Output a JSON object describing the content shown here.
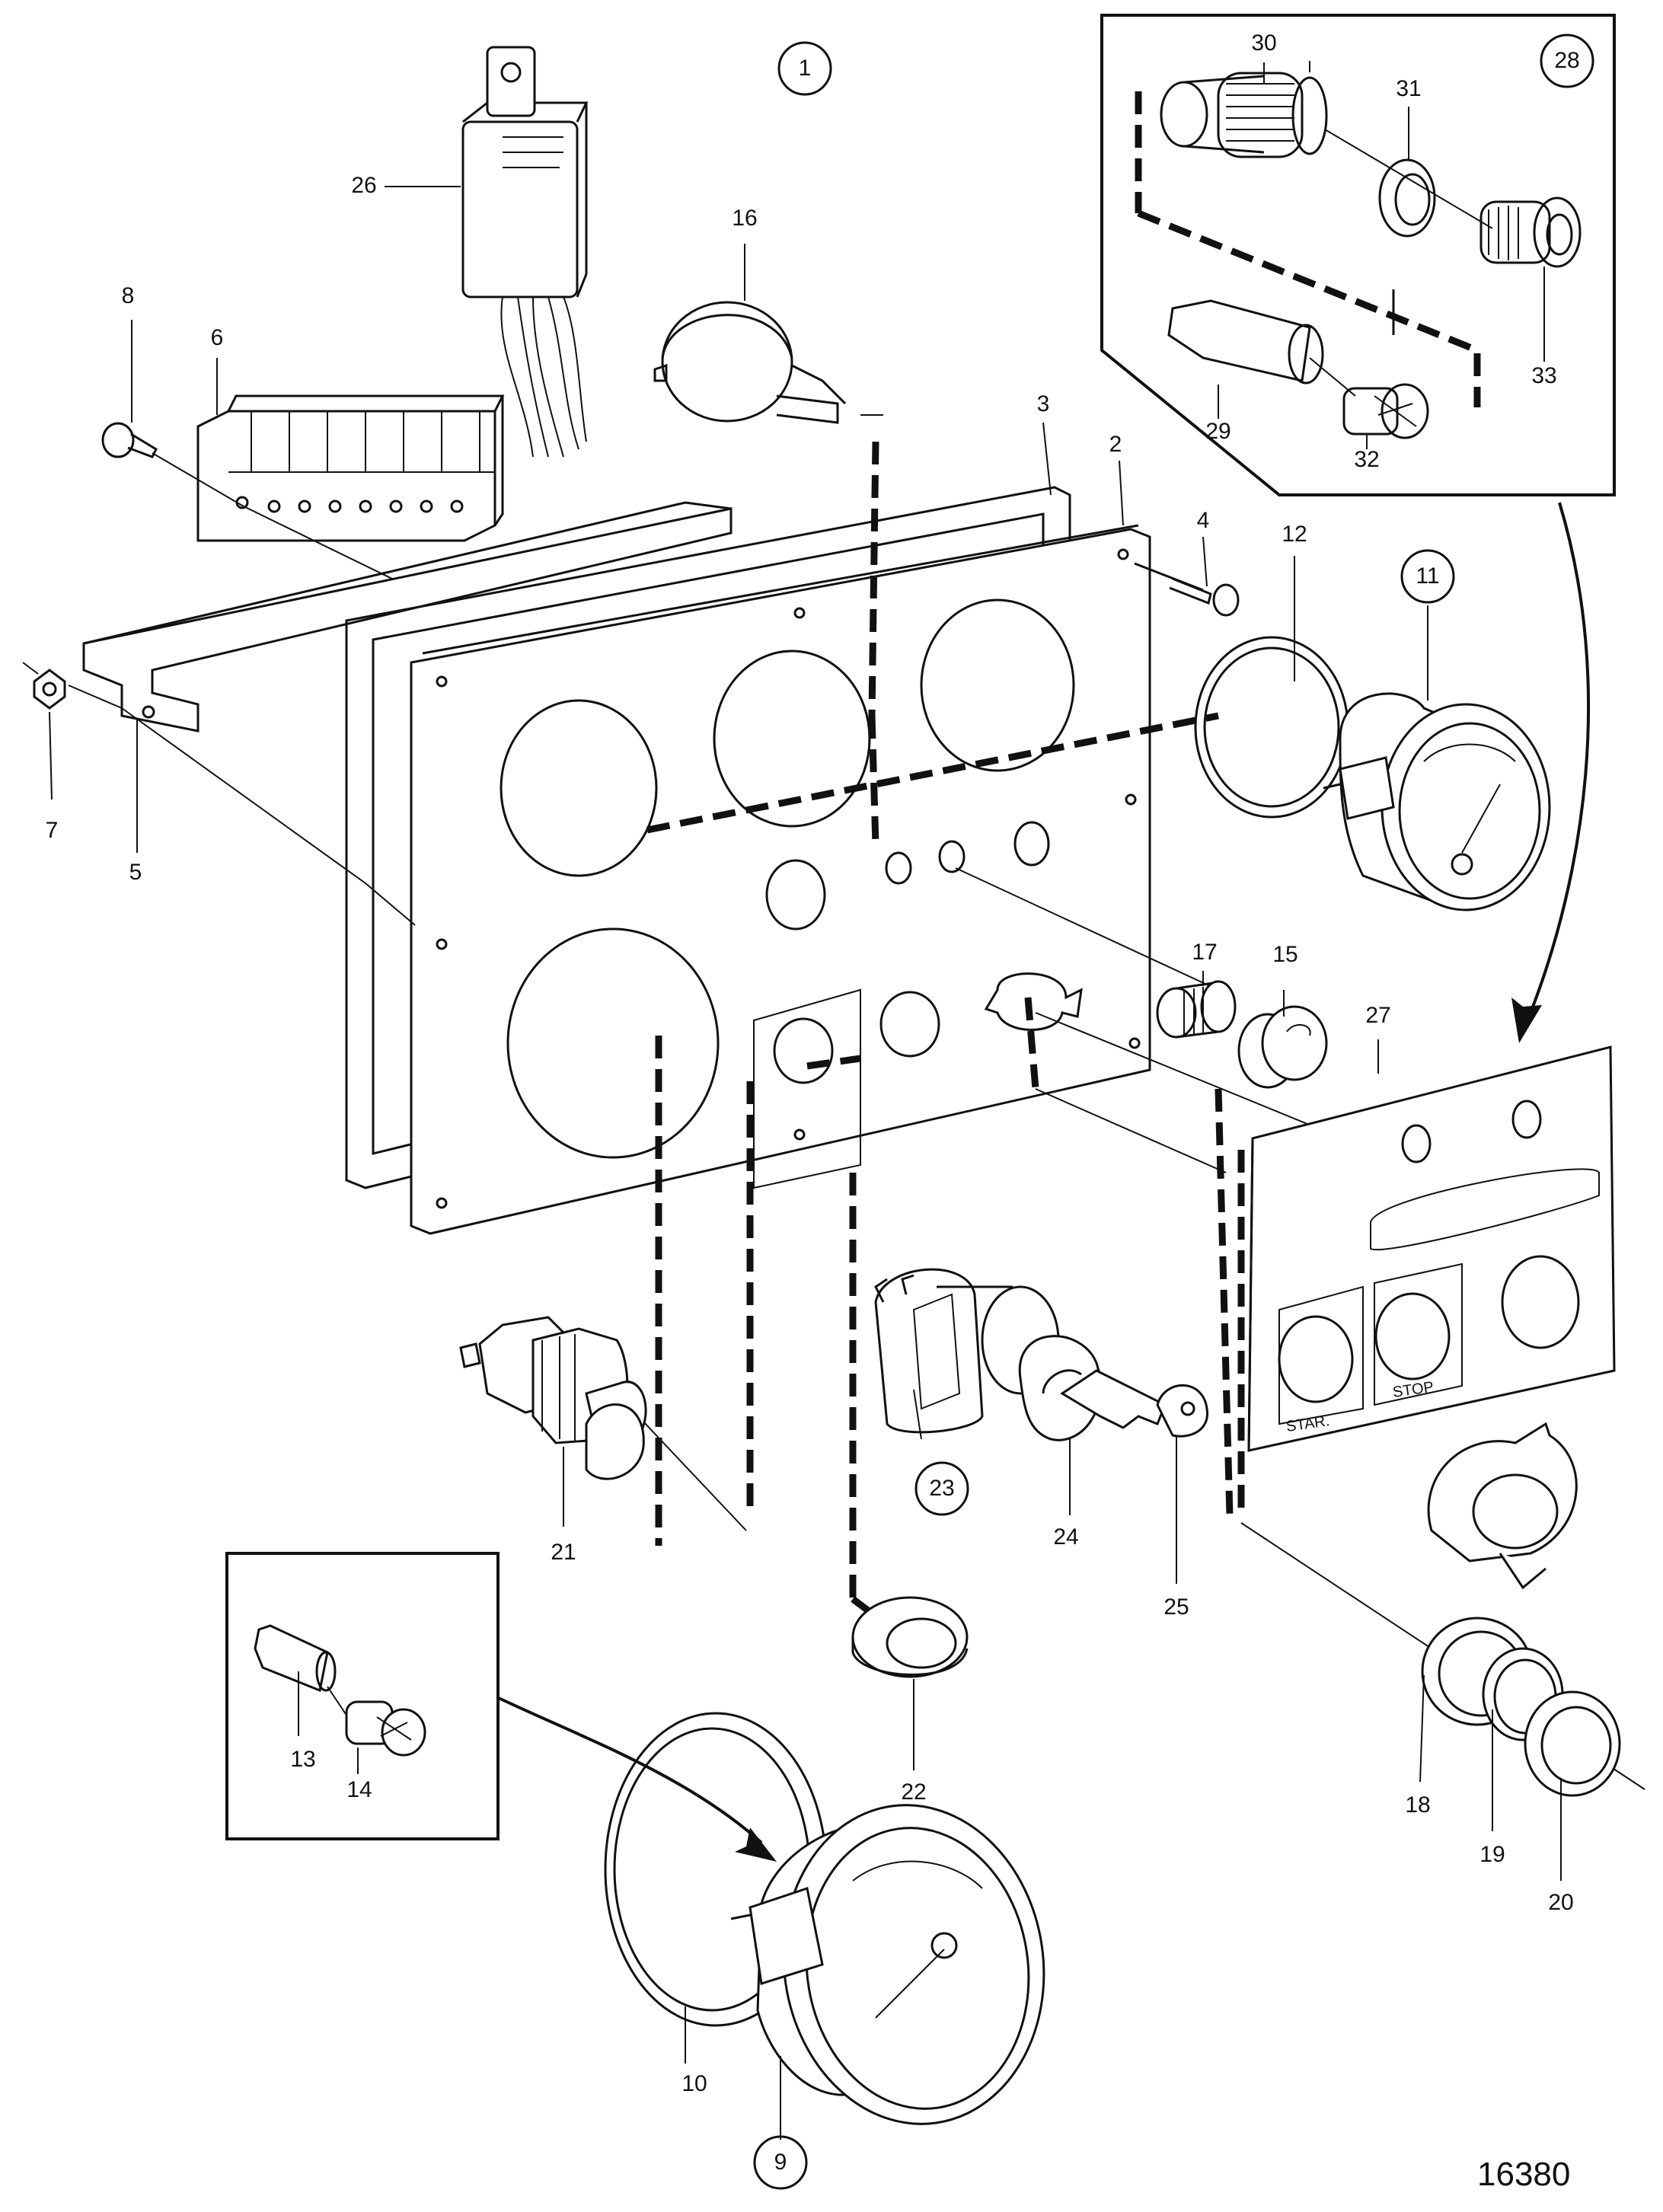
{
  "figure_number": "16380",
  "callouts": {
    "c1": "1",
    "c2": "2",
    "c3": "3",
    "c4": "4",
    "c5": "5",
    "c6": "6",
    "c7": "7",
    "c8": "8",
    "c9": "9",
    "c10": "10",
    "c11": "11",
    "c12": "12",
    "c13": "13",
    "c14": "14",
    "c15": "15",
    "c16": "16",
    "c17": "17",
    "c18": "18",
    "c19": "19",
    "c20": "20",
    "c21": "21",
    "c22": "22",
    "c23": "23",
    "c24": "24",
    "c25": "25",
    "c26": "26",
    "c27": "27",
    "c28": "28",
    "c29": "29",
    "c30": "30",
    "c31": "31",
    "c32": "32",
    "c33": "33"
  },
  "panel_labels": {
    "start": "STAR.",
    "stop": "STOP"
  }
}
